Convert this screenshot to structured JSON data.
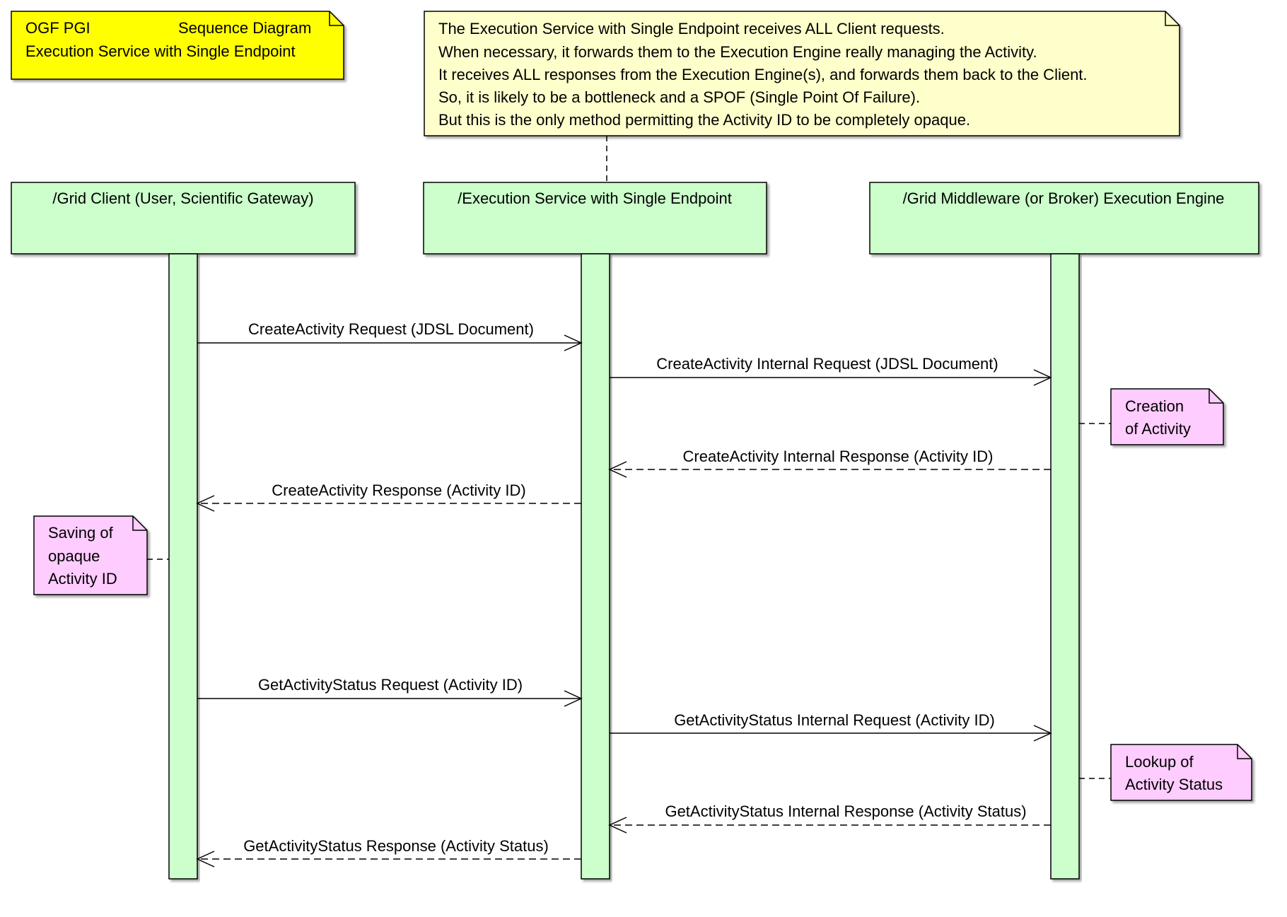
{
  "header_note": {
    "line1_left": "OGF PGI",
    "line1_right": "Sequence Diagram",
    "line2": "Execution Service with Single Endpoint"
  },
  "top_note": {
    "lines": [
      "The Execution Service with Single Endpoint receives ALL Client requests.",
      "When necessary, it forwards them to the Execution Engine really managing the Activity.",
      "It receives ALL responses from the Execution Engine(s), and forwards them back to the Client.",
      "So, it is likely to be a bottleneck and a SPOF (Single Point Of Failure).",
      "But this is the only method permitting the Activity ID to be completely opaque."
    ]
  },
  "participants": [
    {
      "label": "/Grid Client  (User,  Scientific Gateway)"
    },
    {
      "label": "/Execution Service with Single Endpoint"
    },
    {
      "label": "/Grid Middleware (or Broker) Execution Engine"
    }
  ],
  "messages": [
    {
      "label": "CreateActivity Request (JDSL Document)",
      "style": "solid"
    },
    {
      "label": "CreateActivity Internal Request (JDSL Document)",
      "style": "solid"
    },
    {
      "label": "CreateActivity Internal Response (Activity ID)",
      "style": "dashed"
    },
    {
      "label": "CreateActivity Response (Activity ID)",
      "style": "dashed"
    },
    {
      "label": "GetActivityStatus Request (Activity ID)",
      "style": "solid"
    },
    {
      "label": "GetActivityStatus Internal Request (Activity ID)",
      "style": "solid"
    },
    {
      "label": "GetActivityStatus Internal Response (Activity Status)",
      "style": "dashed"
    },
    {
      "label": "GetActivityStatus Response (Activity Status)",
      "style": "dashed"
    }
  ],
  "side_notes": [
    {
      "lines": [
        "Creation",
        "of Activity"
      ]
    },
    {
      "lines": [
        "Saving of",
        "opaque",
        "Activity ID"
      ]
    },
    {
      "lines": [
        "Lookup of",
        "Activity Status"
      ]
    }
  ],
  "colors": {
    "participant_fill": "#ccffcc",
    "header_note_fill": "#ffff00",
    "top_note_fill": "#ffffcc",
    "side_note_fill": "#ffccff",
    "stroke": "#000000"
  }
}
